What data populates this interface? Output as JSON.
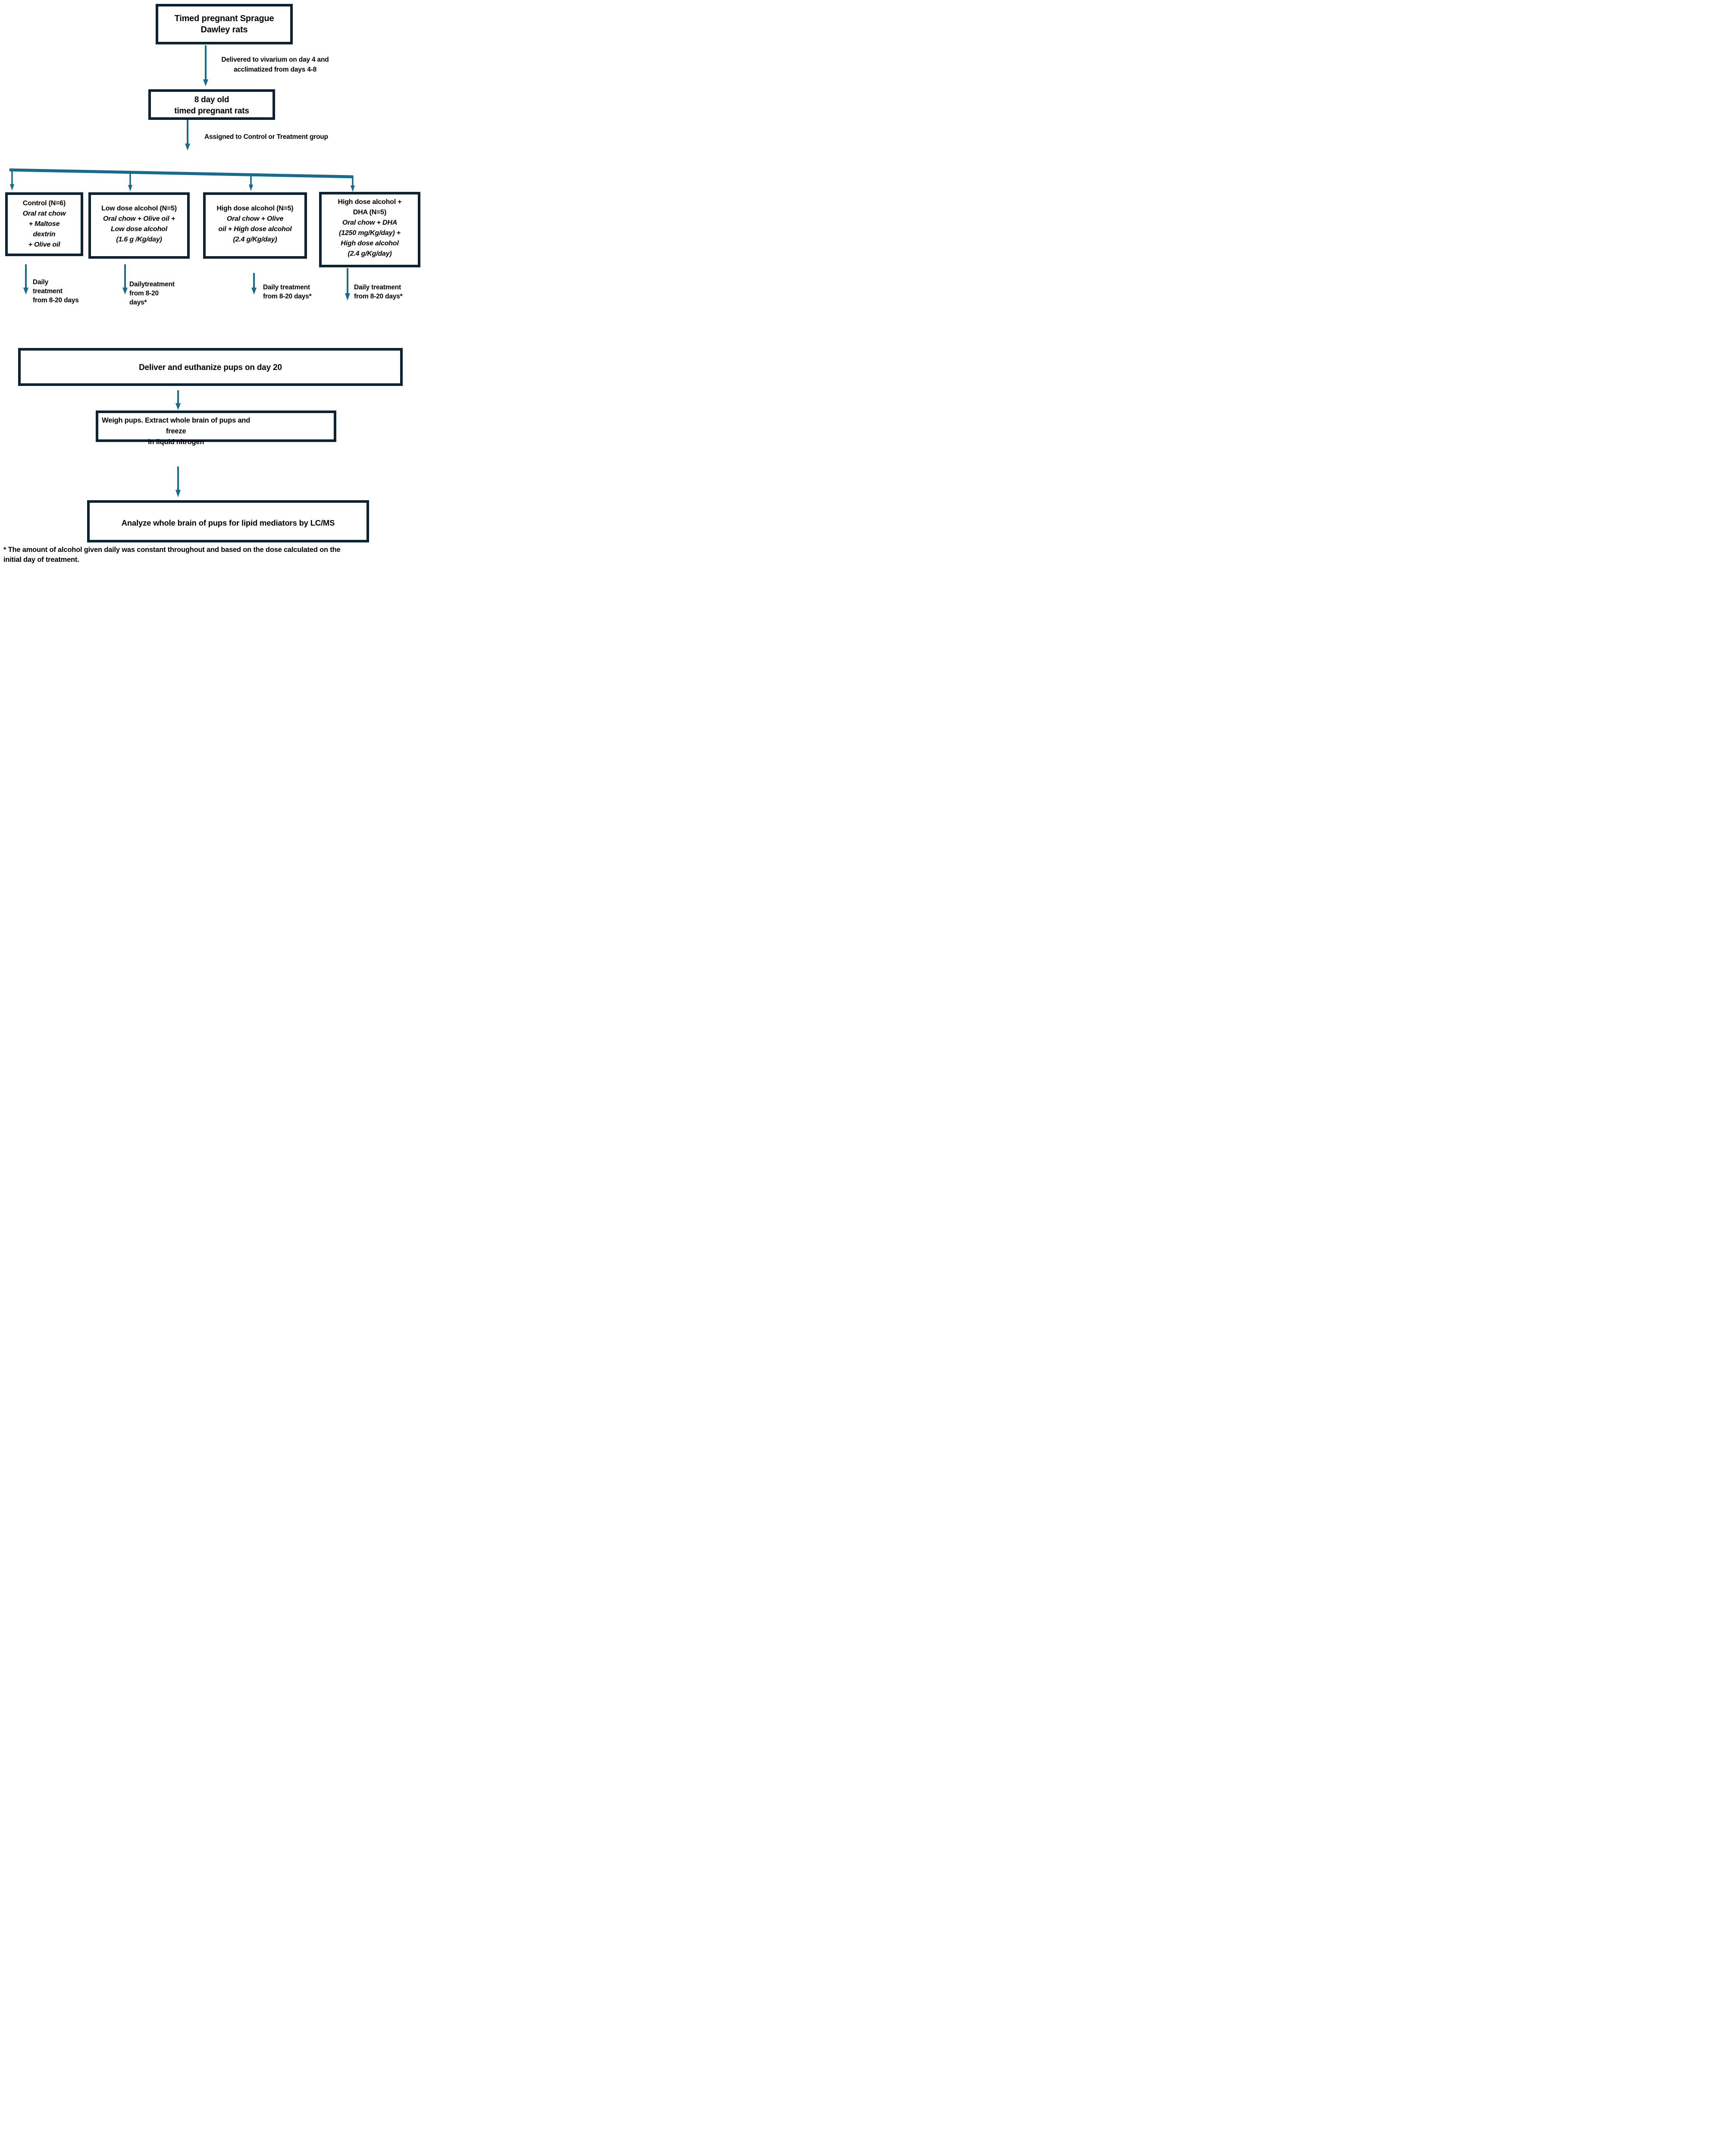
{
  "colors": {
    "box_border": "#0d2333",
    "arrow_accent": "#186b8e",
    "text": "#000000"
  },
  "flow": {
    "top_box": {
      "lines": [
        "Timed pregnant Sprague",
        "Dawley rats"
      ]
    },
    "arrow1_label": {
      "lines": [
        "Delivered to vivarium on day 4 and",
        "acclimatized from days 4-8"
      ]
    },
    "box2": {
      "lines": [
        "8 day old",
        "timed pregnant rats"
      ]
    },
    "assign_label": "Assigned to Control or Treatment group",
    "groups": [
      {
        "title_lines": [
          "Control (N=6)"
        ],
        "detail_lines": [
          "Oral rat chow",
          "+ Maltose",
          "dextrin",
          "+ Olive oil"
        ],
        "treatment_lines": [
          "Daily",
          "treatment",
          "from 8-20 days"
        ]
      },
      {
        "title_lines": [
          "Low dose alcohol (N=5)"
        ],
        "detail_lines": [
          "Oral chow + Olive oil +",
          "Low dose alcohol",
          "(1.6 g /Kg/day)"
        ],
        "treatment_lines": [
          "Dailytreatment",
          "from 8-20",
          "days*"
        ]
      },
      {
        "title_lines": [
          "High dose alcohol (N=5)"
        ],
        "detail_lines": [
          "Oral chow + Olive",
          "oil + High dose alcohol",
          "(2.4 g/Kg/day)"
        ],
        "treatment_lines": [
          "Daily treatment",
          "from 8-20 days*"
        ]
      },
      {
        "title_lines": [
          "High dose alcohol +",
          "DHA (N=5)"
        ],
        "detail_lines": [
          "Oral chow + DHA",
          "(1250 mg/Kg/day) +",
          "High dose alcohol",
          "(2.4 g/Kg/day)"
        ],
        "treatment_lines": [
          "Daily treatment",
          "from 8-20 days*"
        ]
      }
    ],
    "deliver_box": "Deliver and euthanize pups on day 20",
    "weigh_box_lines": [
      "Weigh pups. Extract whole brain of pups and freeze",
      "in liquid nitrogen"
    ],
    "analyze_box": "Analyze whole brain of pups for lipid mediators by LC/MS",
    "footnote_lines": [
      "* The amount of alcohol given daily was constant throughout and based on the dose calculated on the",
      "initial day of treatment."
    ]
  }
}
